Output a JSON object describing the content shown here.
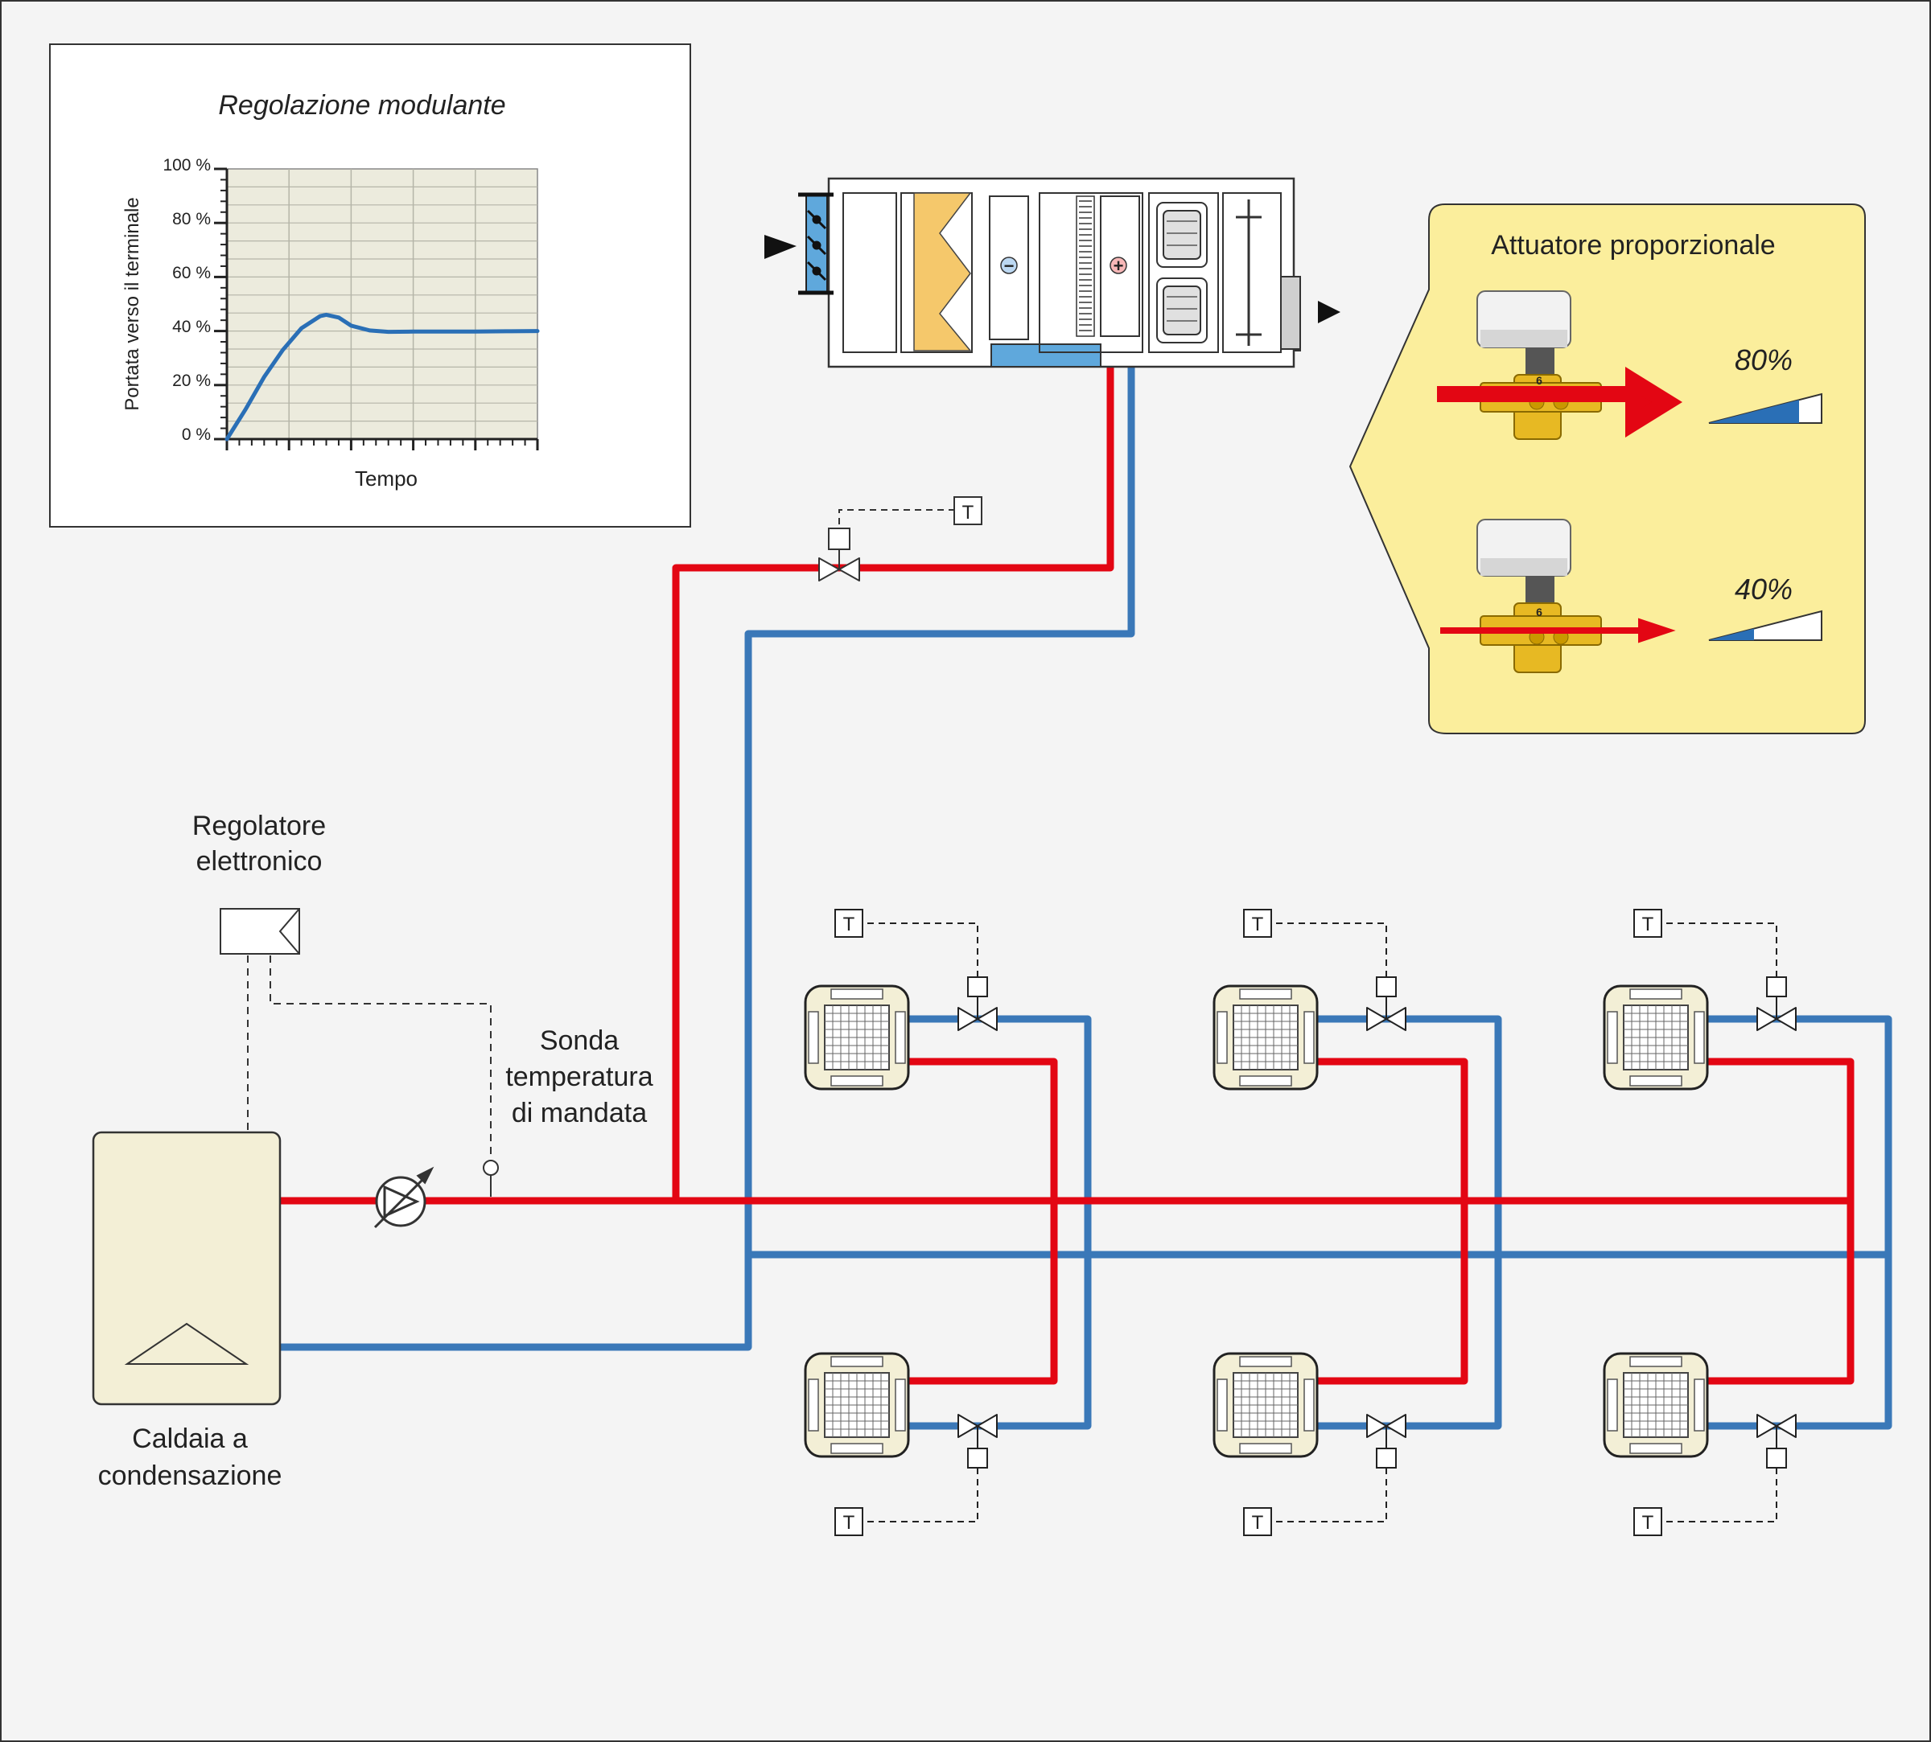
{
  "colors": {
    "supply": "#e30613",
    "return": "#3a78b8",
    "background": "#f4f4f4",
    "panel": "#fbee9c",
    "unit": "#f3efd6",
    "damper": "#5fa8dc",
    "filter": "#f5c86b"
  },
  "chart": {
    "title": "Regolazione modulante",
    "ylabel": "Portata verso il terminale",
    "xlabel": "Tempo",
    "ticks": [
      "100 %",
      "80 %",
      "60 %",
      "40 %",
      "20 %",
      "0 %"
    ]
  },
  "chart_data": {
    "type": "line",
    "title": "Regolazione modulante",
    "xlabel": "Tempo",
    "ylabel": "Portata verso il terminale",
    "ylim": [
      0,
      100
    ],
    "ytick_labels": [
      "0 %",
      "20 %",
      "40 %",
      "60 %",
      "80 %",
      "100 %"
    ],
    "grid": true,
    "series": [
      {
        "x": [
          0,
          0.3,
          0.6,
          0.9,
          1.2,
          1.5,
          1.6,
          1.8,
          2.0,
          2.3,
          2.6,
          3.0,
          3.5,
          4.0,
          4.5,
          5.0
        ],
        "y": [
          0,
          11,
          23,
          33,
          41,
          45.5,
          46,
          45,
          42,
          40.2,
          39.7,
          39.8,
          39.8,
          39.8,
          39.9,
          40
        ]
      }
    ]
  },
  "panel": {
    "title": "Attuatore proporzionale",
    "pct_high": "80%",
    "pct_low": "40%",
    "valve_marks": [
      "6",
      "6"
    ]
  },
  "labels": {
    "regolatore": [
      "Regolatore",
      "elettronico"
    ],
    "sonda": [
      "Sonda",
      "temperatura",
      "di mandata"
    ],
    "caldaia": [
      "Caldaia a",
      "condensazione"
    ],
    "thermostat": "T",
    "coil_minus": "−",
    "coil_plus": "+"
  }
}
